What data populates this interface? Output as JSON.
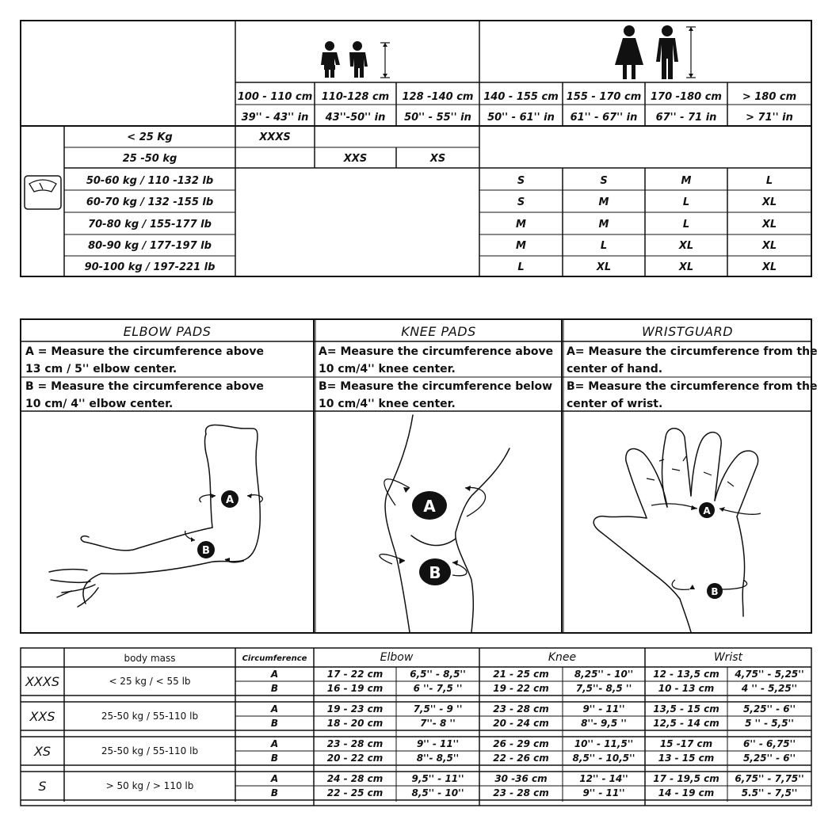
{
  "size_chart": {
    "heights": [
      {
        "cm": "100 - 110 cm",
        "in": "39'' - 43''  in"
      },
      {
        "cm": "110-128 cm",
        "in": "43''-50'' in"
      },
      {
        "cm": "128 -140 cm",
        "in": "50'' - 55'' in"
      },
      {
        "cm": "140 - 155 cm",
        "in": "50'' - 61'' in"
      },
      {
        "cm": "155 - 170 cm",
        "in": "61'' - 67'' in"
      },
      {
        "cm": "170 -180 cm",
        "in": "67'' - 71 in"
      },
      {
        "cm": "> 180 cm",
        "in": "> 71'' in"
      }
    ],
    "weights": [
      "< 25 Kg",
      "25 -50 kg",
      "50-60 kg / 110 -132 lb",
      "60-70 kg / 132 -155 lb",
      "70-80 kg / 155-177 lb",
      "80-90 kg / 177-197 lb",
      "90-100 kg / 197-221 lb"
    ],
    "kid_sizes": {
      "xxxs": "XXXS",
      "xxs": "XXS",
      "xs": "XS"
    },
    "adult_sizes": [
      [
        "S",
        "S",
        "M",
        "L"
      ],
      [
        "S",
        "M",
        "L",
        "XL"
      ],
      [
        "M",
        "M",
        "L",
        "XL"
      ],
      [
        "M",
        "L",
        "XL",
        "XL"
      ],
      [
        "L",
        "XL",
        "XL",
        "XL"
      ]
    ]
  },
  "pads": [
    {
      "title": "ELBOW PADS",
      "a1": "A = Measure the circumference above",
      "a2": "13  cm / 5'' elbow center.",
      "b1": "B = Measure the circumference above",
      "b2": "10 cm/ 4'' elbow center."
    },
    {
      "title": "KNEE PADS",
      "a1": "A= Measure the circumference above",
      "a2": "10 cm/4''  knee center.",
      "b1": "B= Measure the circumference below",
      "b2": "10 cm/4''  knee center."
    },
    {
      "title": "WRISTGUARD",
      "a1": "A=  Measure the circumference from the",
      "a2": "center of hand.",
      "b1": "B= Measure the circumference from the",
      "b2": "center of wrist."
    }
  ],
  "markers": {
    "a": "A",
    "b": "B"
  },
  "bottom": {
    "headers": {
      "mass": "body mass",
      "circ": "Circumference",
      "elbow": "Elbow",
      "knee": "Knee",
      "wrist": "Wrist"
    },
    "rows": [
      {
        "size": "XXXS",
        "mass": "< 25 kg  / < 55 lb",
        "A": [
          "17 - 22 cm",
          "6,5'' -  8,5''",
          "21 - 25 cm",
          "8,25'' - 10''",
          "12 - 13,5 cm",
          "4,75'' - 5,25''"
        ],
        "B": [
          "16  - 19 cm",
          "6 ''- 7,5 ''",
          "19 - 22 cm",
          "7,5''- 8,5 ''",
          "10 - 13 cm",
          "4 '' -  5,25''"
        ]
      },
      {
        "size": "XXS",
        "mass": "25-50 kg / 55-110 lb",
        "A": [
          "19 - 23 cm",
          "7,5'' - 9 ''",
          "23 - 28 cm",
          "9'' - 11''",
          "13,5 - 15 cm",
          "5,25'' - 6''"
        ],
        "B": [
          "18 - 20 cm",
          "7''- 8 ''",
          "20 - 24 cm",
          "8''- 9,5 ''",
          "12,5 - 14 cm",
          "5 '' -  5,5''"
        ]
      },
      {
        "size": "XS",
        "mass": "25-50 kg / 55-110 lb",
        "A": [
          "23 - 28 cm",
          "9'' - 11''",
          "26 - 29 cm",
          "10'' - 11,5''",
          "15 -17 cm",
          "6'' - 6,75''"
        ],
        "B": [
          "20 - 22 cm",
          "8''- 8,5''",
          "22 - 26 cm",
          "8,5'' - 10,5''",
          "13 - 15 cm",
          "5,25'' -  6''"
        ]
      },
      {
        "size": "S",
        "mass": "> 50 kg / > 110 lb",
        "A": [
          "24 - 28 cm",
          "9,5'' - 11''",
          "30 -36 cm",
          "12'' - 14''",
          "17 - 19,5 cm",
          "6,75'' - 7,75''"
        ],
        "B": [
          "22 - 25 cm",
          "8,5'' - 10''",
          "23 - 28 cm",
          "9'' - 11''",
          "14  - 19 cm",
          "5.5'' - 7,5''"
        ]
      }
    ]
  }
}
